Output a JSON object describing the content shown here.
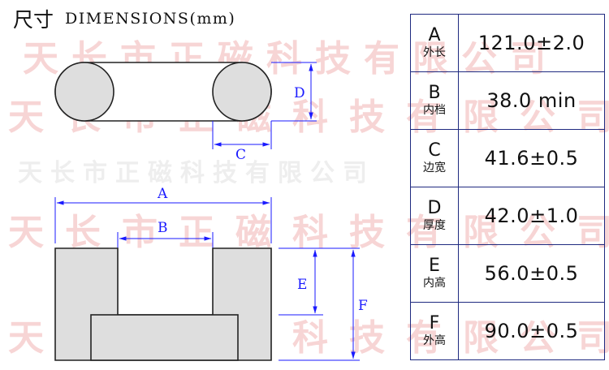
{
  "title": {
    "cn": "尺寸",
    "en": "DIMENSIONS(mm)"
  },
  "watermark": "天长市正磁科技有限公司",
  "labels": {
    "a": "A",
    "b": "B",
    "c": "C",
    "d": "D",
    "e": "E",
    "f": "F"
  },
  "colors": {
    "dimension": "#1a1aff",
    "part_fill": "#dedede",
    "outline": "#222222",
    "table_border": "#1f2a80",
    "watermark": "#f7d5d5"
  },
  "table": {
    "rows": [
      {
        "code": "A",
        "name": "外长",
        "value": "121.0±2.0"
      },
      {
        "code": "B",
        "name": "内档",
        "value": "38.0 min"
      },
      {
        "code": "C",
        "name": "边宽",
        "value": "41.6±0.5"
      },
      {
        "code": "D",
        "name": "厚度",
        "value": "42.0±1.0"
      },
      {
        "code": "E",
        "name": "内高",
        "value": "56.0±0.5"
      },
      {
        "code": "F",
        "name": "外高",
        "value": "90.0±0.5"
      }
    ]
  }
}
